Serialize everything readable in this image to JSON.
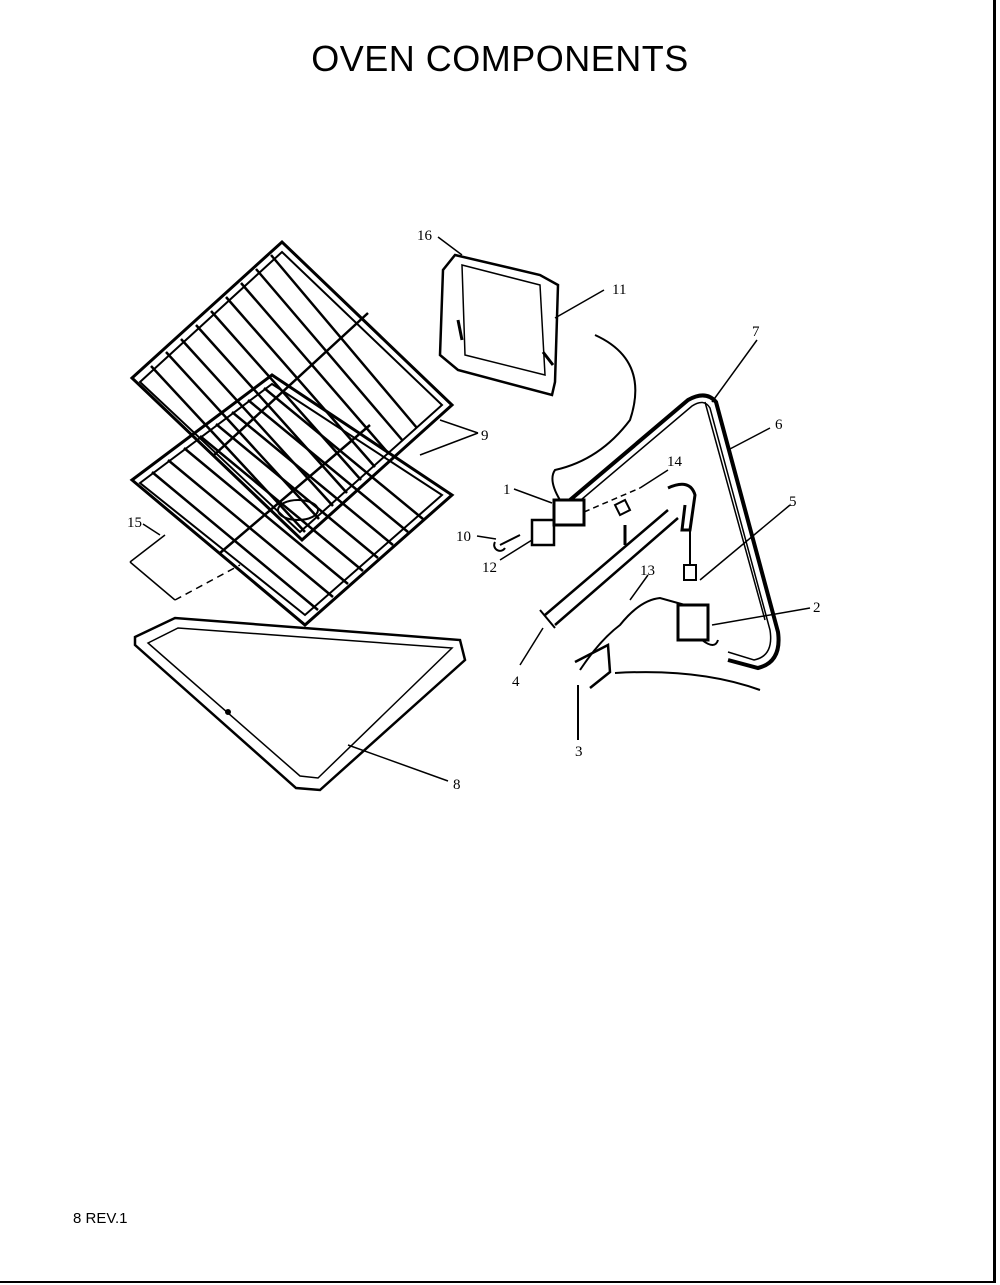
{
  "title": "OVEN COMPONENTS",
  "footer": "8 REV.1",
  "callouts": [
    "16",
    "11",
    "7",
    "6",
    "9",
    "14",
    "1",
    "5",
    "10",
    "15",
    "12",
    "13",
    "2",
    "4",
    "3",
    "8"
  ]
}
